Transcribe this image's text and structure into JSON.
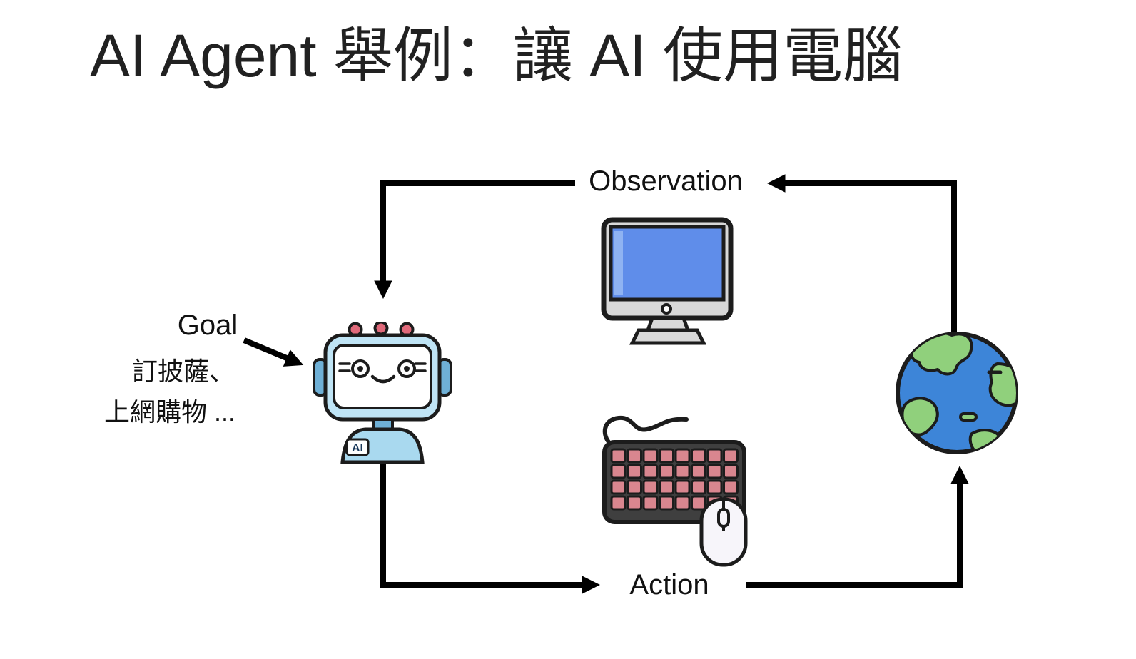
{
  "title": "AI Agent 舉例：讓 AI 使用電腦",
  "loop": {
    "observation": "Observation",
    "action": "Action"
  },
  "goal": {
    "label": "Goal",
    "line1": "訂披薩、",
    "line2": "上網購物 ..."
  },
  "robot": {
    "badge": "AI"
  },
  "icons": {
    "agent": "robot-icon",
    "display": "monitor-icon",
    "input_devices": "keyboard-mouse-icon",
    "environment": "earth-icon"
  },
  "colors": {
    "arrow": "#000000",
    "title_text": "#212121",
    "label_text": "#111111",
    "outline": "#1c1c1c",
    "monitor_frame": "#d8d8d8",
    "monitor_screen": "#5f8dea",
    "monitor_glare": "#8fb3f2",
    "robot_head": "#bfe4f5",
    "robot_dark": "#6fb0d6",
    "robot_bust": "#a9d9ef",
    "robot_antenna": "#e0697a",
    "robot_badge_text": "#1b3a5c",
    "keyboard_body": "#3f3f3f",
    "keyboard_key": "#d9868f",
    "mouse_body": "#f7f5fa",
    "earth_ocean": "#3d85d8",
    "earth_land": "#90d07c"
  }
}
